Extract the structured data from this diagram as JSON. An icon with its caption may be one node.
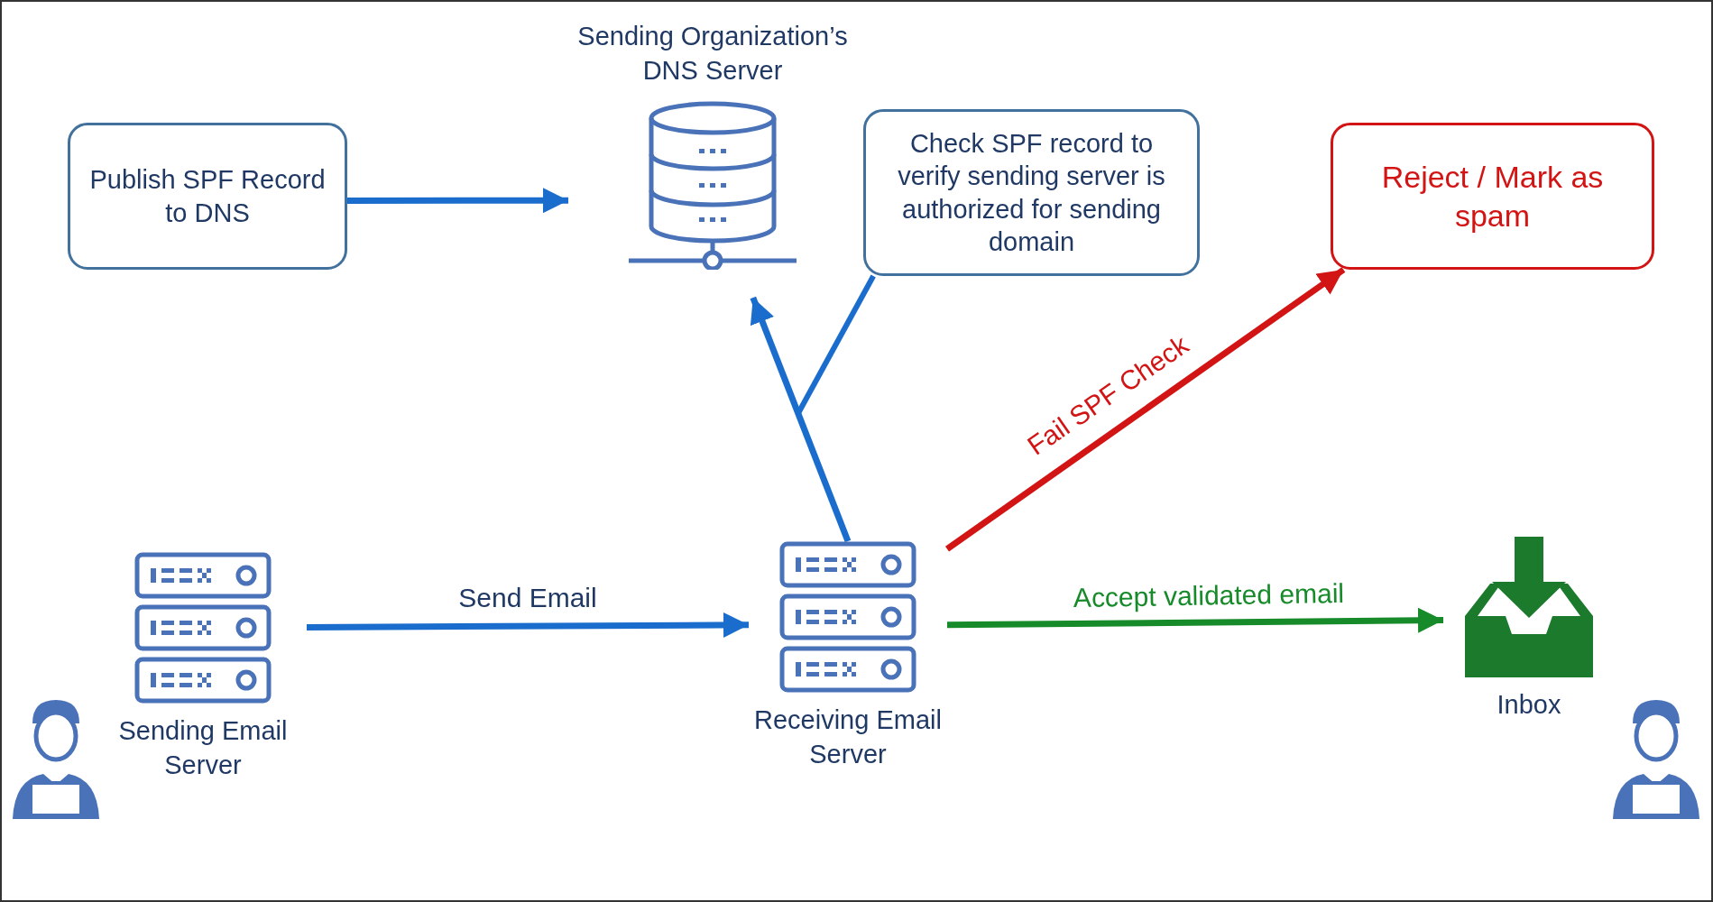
{
  "diagram": {
    "nodes": [
      {
        "text": [
          "Publish SPF Record to DNS"
        ]
      },
      {
        "text": [
          "Sending Organization’s DNS Server"
        ]
      },
      {
        "text": [
          "Check SPF record to verify sending server is authorized for sending domain"
        ]
      },
      {
        "text": [
          "Reject / Mark as spam"
        ]
      },
      {
        "text": [
          "Sending Email Server"
        ]
      },
      {
        "text": [
          "Receiving Email Server"
        ]
      },
      {
        "text": [
          "Inbox"
        ]
      }
    ],
    "edges": [
      {
        "from": 0,
        "to": 1,
        "arrow": "to"
      },
      {
        "from": 4,
        "to": 5,
        "arrow": "to",
        "label": "Send Email"
      },
      {
        "from": 5,
        "to": 1,
        "arrow": "to"
      },
      {
        "from": 5,
        "to": 3,
        "arrow": "to",
        "label": "Fail SPF Check",
        "color": "#d21414"
      },
      {
        "from": 5,
        "to": 6,
        "arrow": "to",
        "label": "Accept validated email",
        "color": "#178a2a"
      },
      {
        "from": 2,
        "to": null,
        "arrow": "none"
      }
    ]
  }
}
